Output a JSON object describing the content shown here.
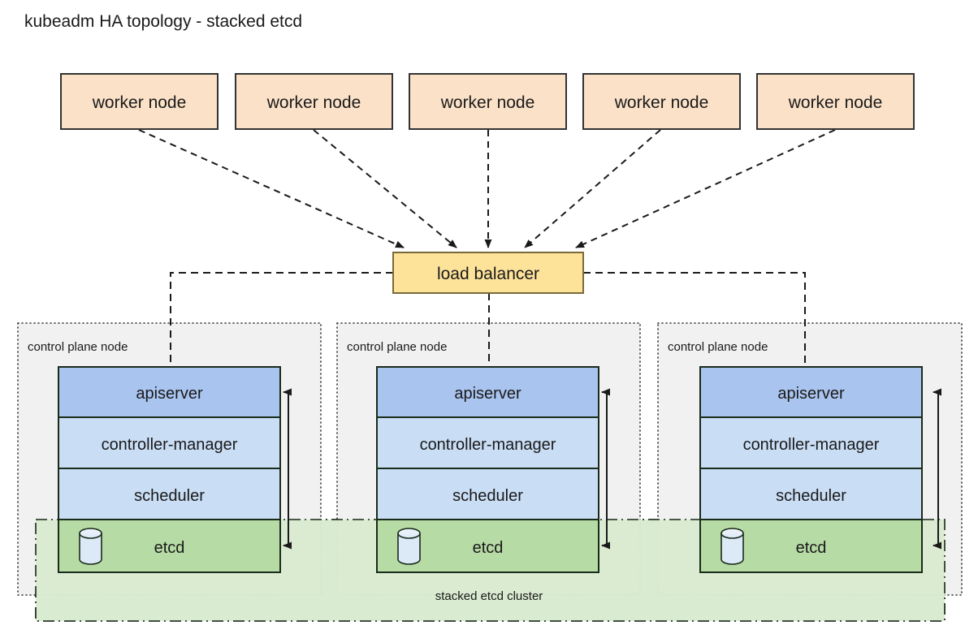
{
  "title": "kubeadm HA topology - stacked etcd",
  "colors": {
    "worker_fill": "#fae1c8",
    "worker_stroke": "#333333",
    "lb_fill": "#fde29a",
    "lb_stroke": "#7a6a3a",
    "panel_fill": "#efefef",
    "panel_stroke": "#333333",
    "apiserver_fill": "#a9c4ef",
    "component_fill": "#c9ddf5",
    "etcd_fill": "#b6dba5",
    "etcd_cluster_fill": "#d9ead0",
    "box_stroke": "#1a2b1a",
    "cylinder_fill": "#dce9f7",
    "line": "#1a1a1a",
    "background": "#ffffff"
  },
  "workers": [
    {
      "label": "worker node"
    },
    {
      "label": "worker node"
    },
    {
      "label": "worker node"
    },
    {
      "label": "worker node"
    },
    {
      "label": "worker node"
    }
  ],
  "load_balancer": {
    "label": "load balancer"
  },
  "control_planes": [
    {
      "panel_label": "control plane node",
      "components": [
        {
          "label": "apiserver",
          "icon": "none"
        },
        {
          "label": "controller-manager",
          "icon": "none"
        },
        {
          "label": "scheduler",
          "icon": "none"
        },
        {
          "label": "etcd",
          "icon": "database-cylinder-icon"
        }
      ]
    },
    {
      "panel_label": "control plane node",
      "components": [
        {
          "label": "apiserver",
          "icon": "none"
        },
        {
          "label": "controller-manager",
          "icon": "none"
        },
        {
          "label": "scheduler",
          "icon": "none"
        },
        {
          "label": "etcd",
          "icon": "database-cylinder-icon"
        }
      ]
    },
    {
      "panel_label": "control plane node",
      "components": [
        {
          "label": "apiserver",
          "icon": "none"
        },
        {
          "label": "controller-manager",
          "icon": "none"
        },
        {
          "label": "scheduler",
          "icon": "none"
        },
        {
          "label": "etcd",
          "icon": "database-cylinder-icon"
        }
      ]
    }
  ],
  "etcd_cluster": {
    "label": "stacked etcd cluster"
  }
}
